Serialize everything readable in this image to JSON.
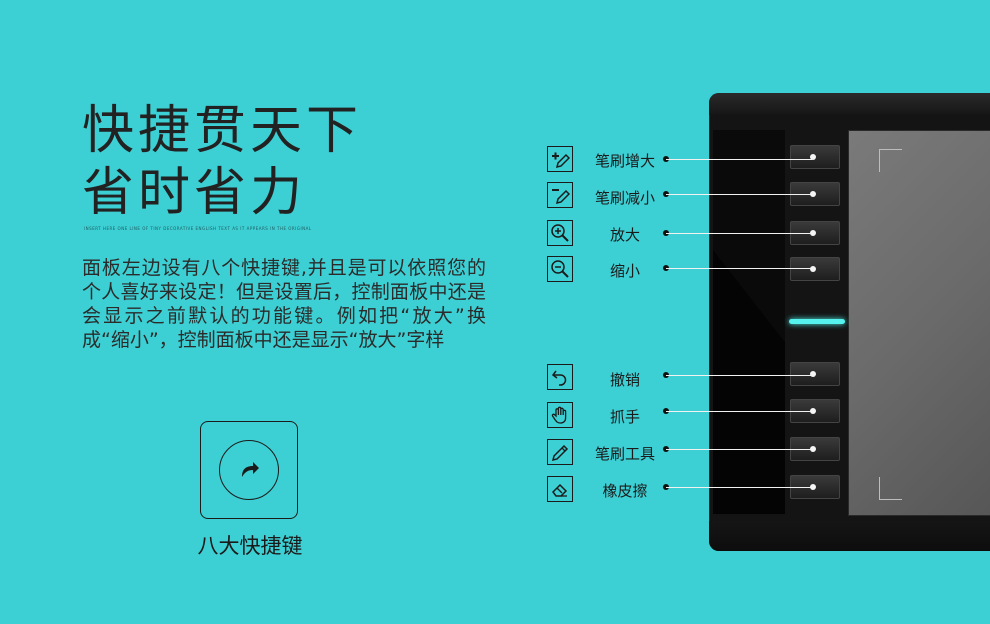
{
  "headline": {
    "line1": "快捷贯天下",
    "line2": "省时省力"
  },
  "fine_print": "INSERT HERE ONE LINE OF TINY DECORATIVE ENGLISH TEXT AS IT APPEARS IN THE ORIGINAL",
  "description": "面板左边设有八个快捷键,并且是可以依照您的个人喜好来设定！但是设置后，控制面板中还是会显示之前默认的功能键。例如把“放大”换成“缩小”，控制面板中还是显示“放大”字样",
  "feature": {
    "icon": "redo-arrow-icon",
    "label": "八大快捷键"
  },
  "shortcut_keys": [
    {
      "label": "笔刷增大",
      "icon": "brush-plus-icon"
    },
    {
      "label": "笔刷减小",
      "icon": "brush-minus-icon"
    },
    {
      "label": "放大",
      "icon": "zoom-in-icon"
    },
    {
      "label": "缩小",
      "icon": "zoom-out-icon"
    },
    {
      "label": "撤销",
      "icon": "undo-icon"
    },
    {
      "label": "抓手",
      "icon": "hand-icon"
    },
    {
      "label": "笔刷工具",
      "icon": "pencil-icon"
    },
    {
      "label": "橡皮擦",
      "icon": "eraser-icon"
    }
  ],
  "colors": {
    "background": "#3ccfd3",
    "tablet": "#141414",
    "ring_light": "#55f2ee"
  }
}
